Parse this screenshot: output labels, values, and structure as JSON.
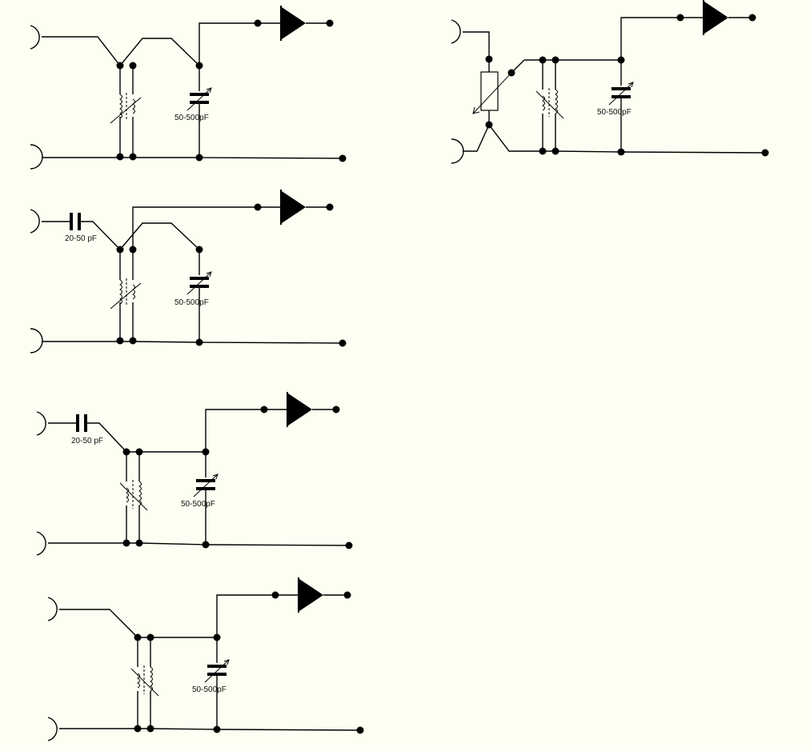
{
  "colors": {
    "background": "#fefef2",
    "wire": "#000000"
  },
  "circuits": [
    {
      "id": "c1",
      "variable_capacitor_label": "50-500pF"
    },
    {
      "id": "c2",
      "coupling_capacitor_label": "20-50 pF",
      "variable_capacitor_label": "50-500pF"
    },
    {
      "id": "c3",
      "coupling_capacitor_label": "20-50 pF",
      "variable_capacitor_label": "50-500pF"
    },
    {
      "id": "c4",
      "variable_capacitor_label": "50-500pF"
    },
    {
      "id": "c5",
      "variable_capacitor_label": "50-500pF"
    }
  ]
}
